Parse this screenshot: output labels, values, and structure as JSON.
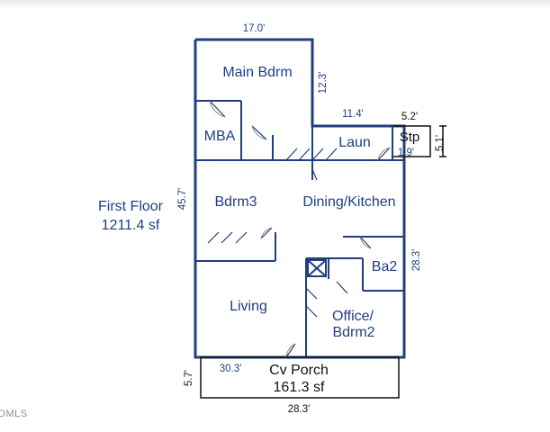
{
  "floor_title": "First Floor",
  "floor_area": "1211.4 sf",
  "rooms": {
    "main_bdrm": "Main Bdrm",
    "mba": "MBA",
    "laun": "Laun",
    "stp": "Stp",
    "bdrm3": "Bdrm3",
    "dining_kitchen": "Dining/Kitchen",
    "ba2": "Ba2",
    "living": "Living",
    "office_line1": "Office/",
    "office_line2": "Bdrm2"
  },
  "dimensions": {
    "top_width": "17.0'",
    "main_bdrm_depth": "12.3'",
    "laun_width": "11.4'",
    "stp_width": "5.2'",
    "stp_depth": "5.1'",
    "stp_inner": "1.9'",
    "house_depth": "45.7'",
    "right_depth": "28.3'",
    "bottom_width": "30.3'",
    "porch_depth": "5.7'",
    "porch_width": "28.3'"
  },
  "porch": {
    "name": "Cv Porch",
    "area": "161.3 sf"
  },
  "watermark": "DMLS"
}
